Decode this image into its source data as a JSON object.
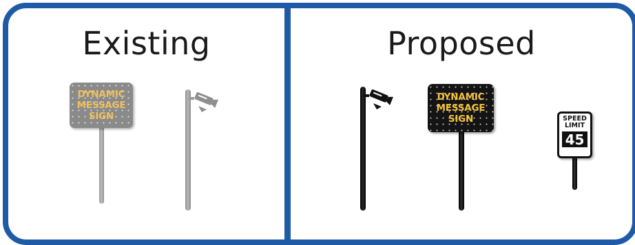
{
  "panels": {
    "existing": {
      "title": "Existing",
      "dms": {
        "lines": [
          "DYNAMIC",
          "MESSAGE",
          "SIGN"
        ]
      }
    },
    "proposed": {
      "title": "Proposed",
      "dms": {
        "lines": [
          "DYNAMIC",
          "MESSAGE",
          "SIGN"
        ]
      },
      "speed_sign": {
        "line1": "SPEED",
        "line2": "LIMIT",
        "value": "45"
      }
    }
  },
  "icons": {
    "existing_camera": "cctv-camera-icon",
    "proposed_camera": "cctv-camera-icon"
  },
  "colors": {
    "border": "#1f5aa6",
    "existing_gray": "#8a8a8a",
    "proposed_black": "#141414",
    "sign_text": "#f5c33b"
  }
}
